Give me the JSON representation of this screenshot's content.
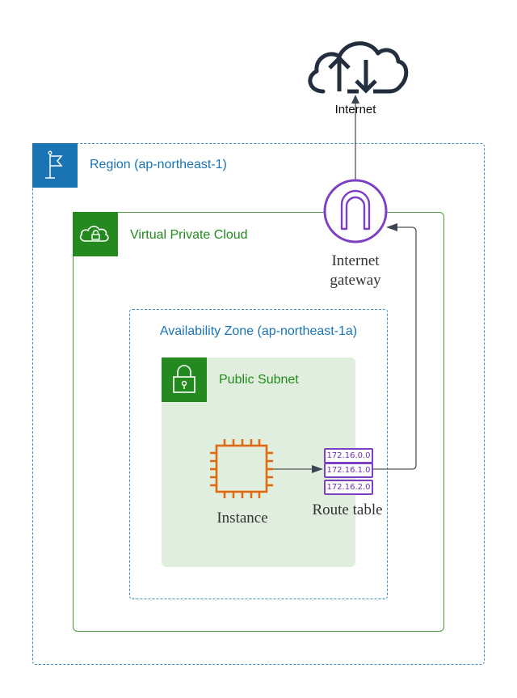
{
  "internet": {
    "label": "Internet",
    "icon": "cloud-upload-download-icon"
  },
  "region": {
    "label": "Region (ap-northeast-1)",
    "icon": "flag-icon",
    "color": "#1a74b4"
  },
  "vpc": {
    "label": "Virtual Private Cloud",
    "icon": "cloud-lock-icon",
    "color": "#24891e"
  },
  "internet_gateway": {
    "line1": "Internet",
    "line2": "gateway",
    "color": "#7d3fc4"
  },
  "availability_zone": {
    "label": "Availability Zone (ap-northeast-1a)"
  },
  "subnet": {
    "label": "Public Subnet",
    "icon": "padlock-icon",
    "background": "#e0efdd"
  },
  "instance": {
    "label": "Instance",
    "color": "#e06a12"
  },
  "route_table": {
    "label": "Route table",
    "entries": [
      "172.16.0.0",
      "172.16.1.0",
      "172.16.2.0"
    ]
  }
}
